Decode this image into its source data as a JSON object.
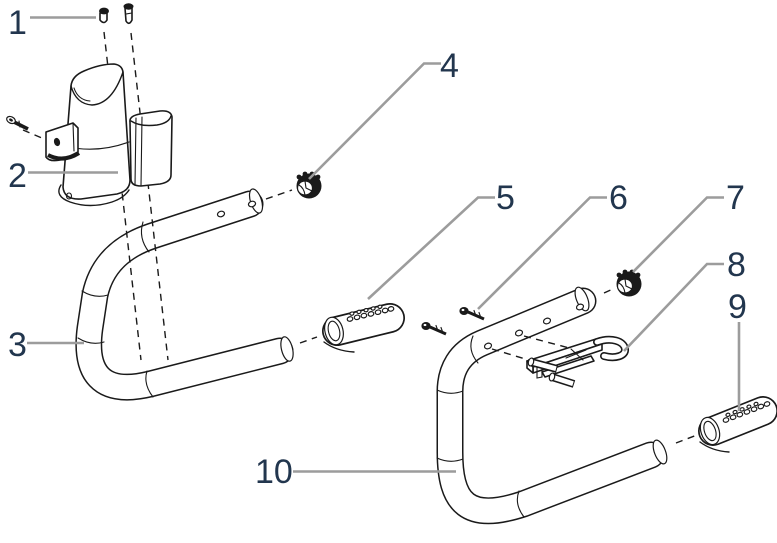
{
  "diagram": {
    "background_color": "#ffffff",
    "line_color": "#1a1a1a",
    "leader_color": "#9c9c9c",
    "callout_color": "#22364e",
    "callouts": [
      {
        "number": "1"
      },
      {
        "number": "2"
      },
      {
        "number": "3"
      },
      {
        "number": "4"
      },
      {
        "number": "5"
      },
      {
        "number": "6"
      },
      {
        "number": "7"
      },
      {
        "number": "8"
      },
      {
        "number": "9"
      },
      {
        "number": "10"
      }
    ]
  }
}
